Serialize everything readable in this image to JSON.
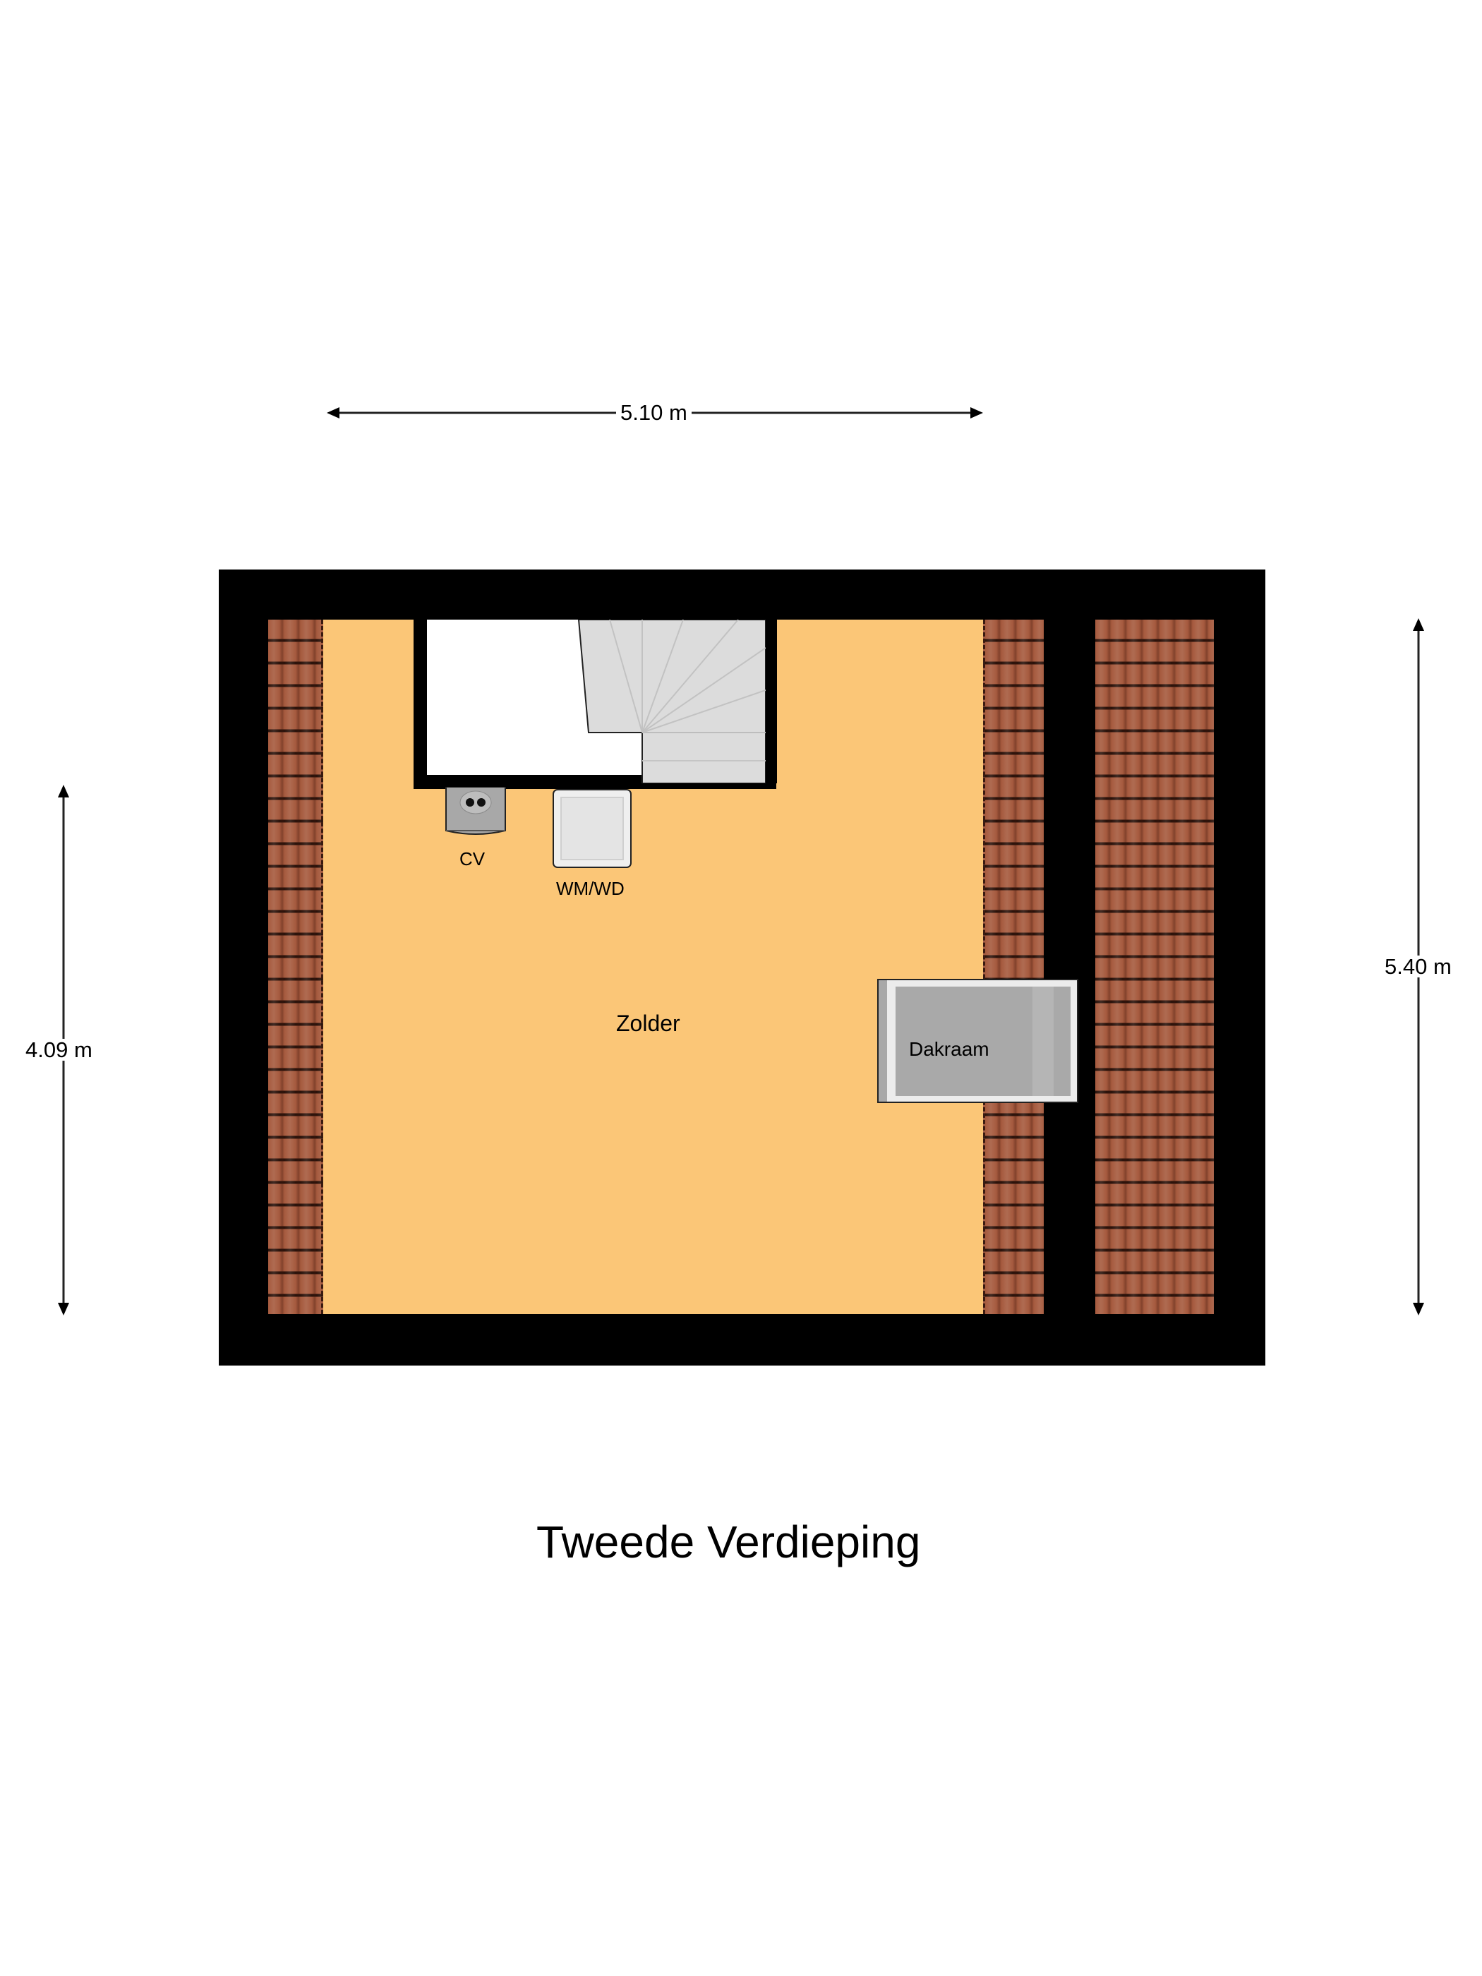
{
  "floor_title": "Tweede Verdieping",
  "dimensions": {
    "top_width": "5.10 m",
    "left_height": "4.09 m",
    "right_height": "5.40 m"
  },
  "rooms": [
    {
      "label": "Zolder"
    }
  ],
  "fixtures": {
    "cv": {
      "label": "CV"
    },
    "washer": {
      "label": "WM/WD"
    },
    "skylight": {
      "label": "Dakraam"
    }
  },
  "colors": {
    "floor": "#fbc677",
    "wall": "#000000",
    "roof_tiles": "#a65a3e",
    "stairs": "#d6d6d6",
    "skylight_glass": "#a9a9a9"
  }
}
